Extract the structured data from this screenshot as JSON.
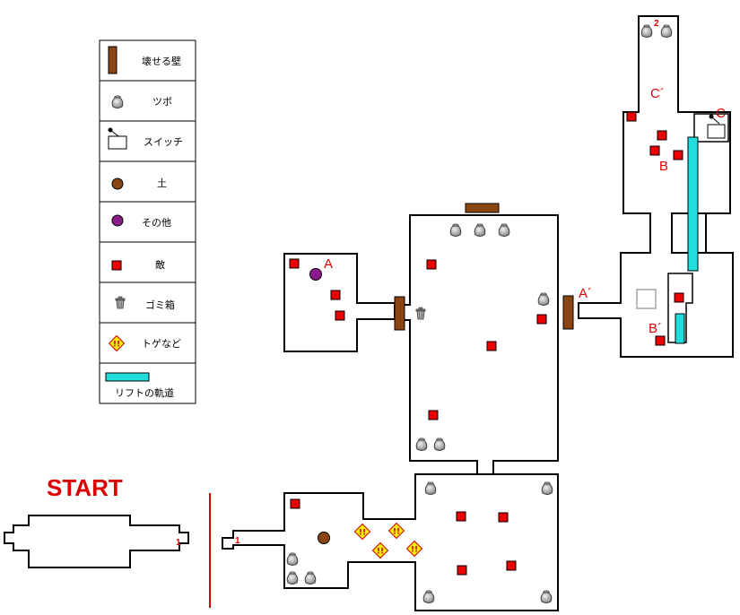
{
  "colors": {
    "enemy": "#ee0000",
    "wall": "#8b4513",
    "lift": "#22dddd",
    "soil": "#8b4513",
    "other": "#8b1a8b",
    "label": "#dd0000",
    "trap": "#ffee00",
    "pot": "#9a9a9a"
  },
  "legend": [
    {
      "icon": "breakable-wall-icon",
      "label": "壊せる壁"
    },
    {
      "icon": "pot-icon",
      "label": "ツボ"
    },
    {
      "icon": "switch-icon",
      "label": "スイッチ"
    },
    {
      "icon": "soil-icon",
      "label": "土"
    },
    {
      "icon": "other-icon",
      "label": "その他"
    },
    {
      "icon": "enemy-icon",
      "label": "敵"
    },
    {
      "icon": "trash-can-icon",
      "label": "ゴミ箱"
    },
    {
      "icon": "spike-trap-icon",
      "label": "トゲなど"
    },
    {
      "icon": "lift-track-icon",
      "label": "リフトの軌道"
    }
  ],
  "start_label": "START",
  "markers": {
    "a": "A",
    "a_prime": "A´",
    "b": "B",
    "b_prime": "B´",
    "c": "C",
    "c_prime": "C´",
    "one_left": "1",
    "one_right": "1",
    "two": "2",
    "trap_glyph": "!!"
  }
}
